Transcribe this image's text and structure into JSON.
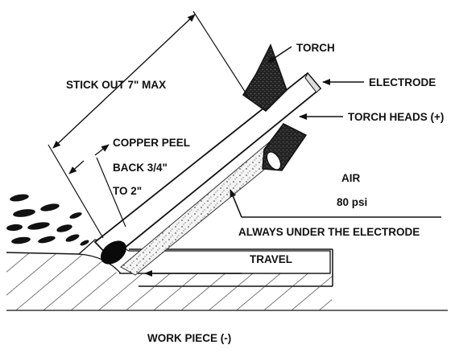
{
  "labels": {
    "torch": "TORCH",
    "electrode": "ELECTRODE",
    "torch_heads": "TORCH HEADS (+)",
    "stick_out": "STICK OUT 7\" MAX",
    "copper_line1": "COPPER PEEL",
    "copper_line2": "BACK 3/4\"",
    "copper_line3": "TO  2\"",
    "air_line1": "AIR",
    "air_line2": "80 psi",
    "always_under": "ALWAYS UNDER THE ELECTRODE",
    "travel": "TRAVEL",
    "work_piece": "WORK PIECE (-)"
  }
}
